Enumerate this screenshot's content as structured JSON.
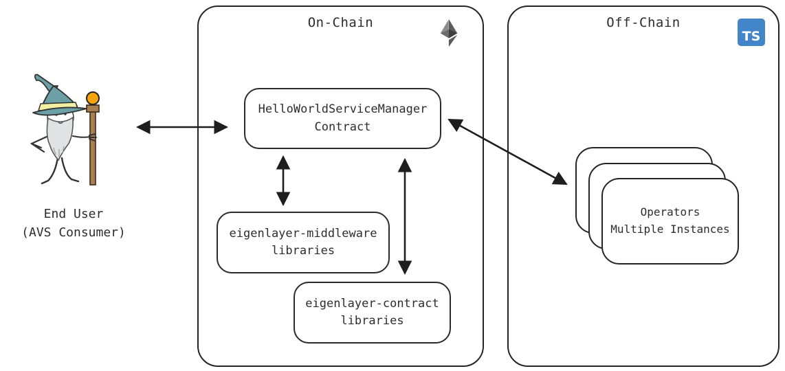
{
  "end_user": {
    "line1": "End User",
    "line2": "(AVS Consumer)"
  },
  "on_chain": {
    "title": "On-Chain",
    "service_manager": {
      "line1": "HelloWorldServiceManager",
      "line2": "Contract"
    },
    "middleware": {
      "line1": "eigenlayer-middleware",
      "line2": "libraries"
    },
    "contracts": {
      "line1": "eigenlayer-contract",
      "line2": "libraries"
    }
  },
  "off_chain": {
    "title": "Off-Chain",
    "ts_badge": "TS",
    "operators": {
      "line1": "Operators",
      "line2": "Multiple Instances"
    }
  },
  "icons": {
    "ethereum": "ethereum-icon",
    "typescript": "typescript-icon",
    "wizard": "wizard-illustration"
  },
  "colors": {
    "stroke": "#242424",
    "text": "#2d2d2d",
    "arrow": "#1e1e1e",
    "ts_blue": "#4285c8",
    "hat_teal": "#6aa0a6",
    "hat_band": "#f3efa3",
    "staff_brown": "#a87f52",
    "orb_orange": "#f5a50a",
    "beard_gray": "#dfe3e4"
  }
}
